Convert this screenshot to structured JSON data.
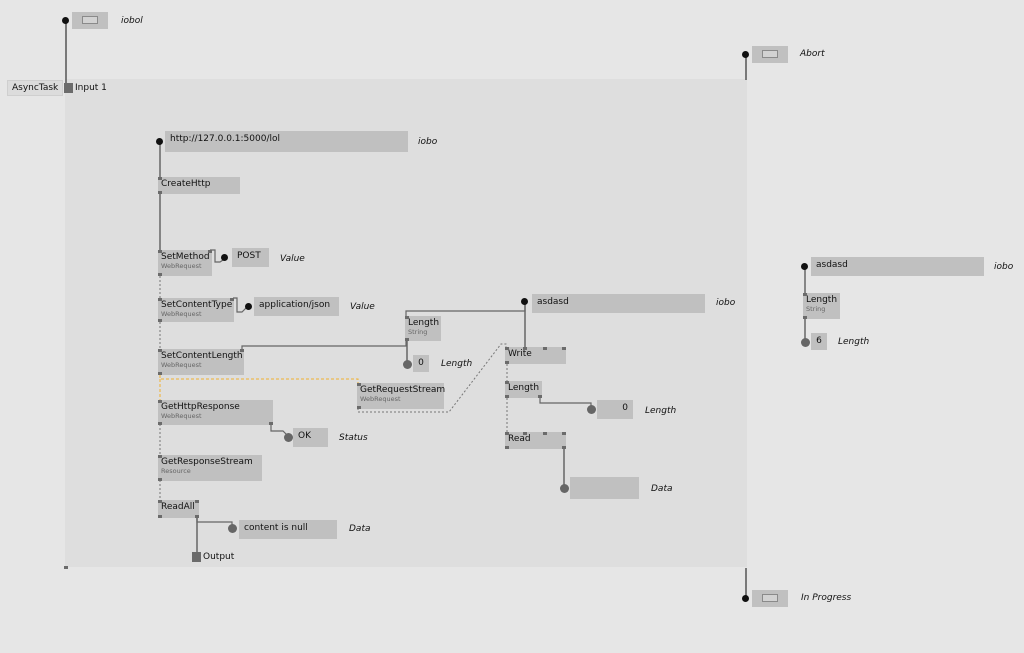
{
  "patch": {
    "async_task_label": "AsyncTask",
    "input_port_label": "Input 1",
    "output_port_label": "Output"
  },
  "outer_ioboxes": {
    "iobol": {
      "label": "iobol",
      "type": "toggle"
    },
    "abort": {
      "label": "Abort",
      "type": "toggle"
    },
    "in_progress": {
      "label": "In Progress",
      "type": "toggle"
    }
  },
  "inner_nodes": {
    "url": {
      "value": "http://127.0.0.1:5000/lol",
      "label": "iobo"
    },
    "create_http": {
      "title": "CreateHttp"
    },
    "set_method": {
      "title": "SetMethod",
      "category": "WebRequest"
    },
    "method_value": {
      "value": "POST",
      "label": "Value"
    },
    "set_content_type": {
      "title": "SetContentType",
      "category": "WebRequest"
    },
    "content_type_value": {
      "value": "application/json",
      "label": "Value"
    },
    "set_content_length": {
      "title": "SetContentLength",
      "category": "WebRequest"
    },
    "get_request_stream": {
      "title": "GetRequestStream",
      "category": "WebRequest"
    },
    "body_value": {
      "value": "asdasd",
      "label": "iobo"
    },
    "length_string": {
      "title": "Length",
      "category": "String"
    },
    "length_value": {
      "value": "0",
      "label": "Length"
    },
    "write": {
      "title": "Write"
    },
    "stream_length": {
      "title": "Length"
    },
    "stream_length_value": {
      "value": "0",
      "label": "Length"
    },
    "read": {
      "title": "Read"
    },
    "read_data": {
      "value": "",
      "label": "Data"
    },
    "get_http_response": {
      "title": "GetHttpResponse",
      "category": "WebRequest"
    },
    "status_value": {
      "value": "OK",
      "label": "Status"
    },
    "get_response_stream": {
      "title": "GetResponseStream",
      "category": "Resource"
    },
    "read_all": {
      "title": "ReadAll"
    },
    "data_value": {
      "value": "content is null",
      "label": "Data"
    }
  },
  "side_patch": {
    "text_value": {
      "value": "asdasd",
      "label": "iobo"
    },
    "length_node": {
      "title": "Length",
      "category": "String"
    },
    "length_value": {
      "value": "6",
      "label": "Length"
    }
  },
  "colors": {
    "background": "#e6e6e6",
    "subpatch_bg": "#dedede",
    "node_bg": "#c0c0c0",
    "pin": "#6b6b6b",
    "active_link": "#f0b030"
  }
}
